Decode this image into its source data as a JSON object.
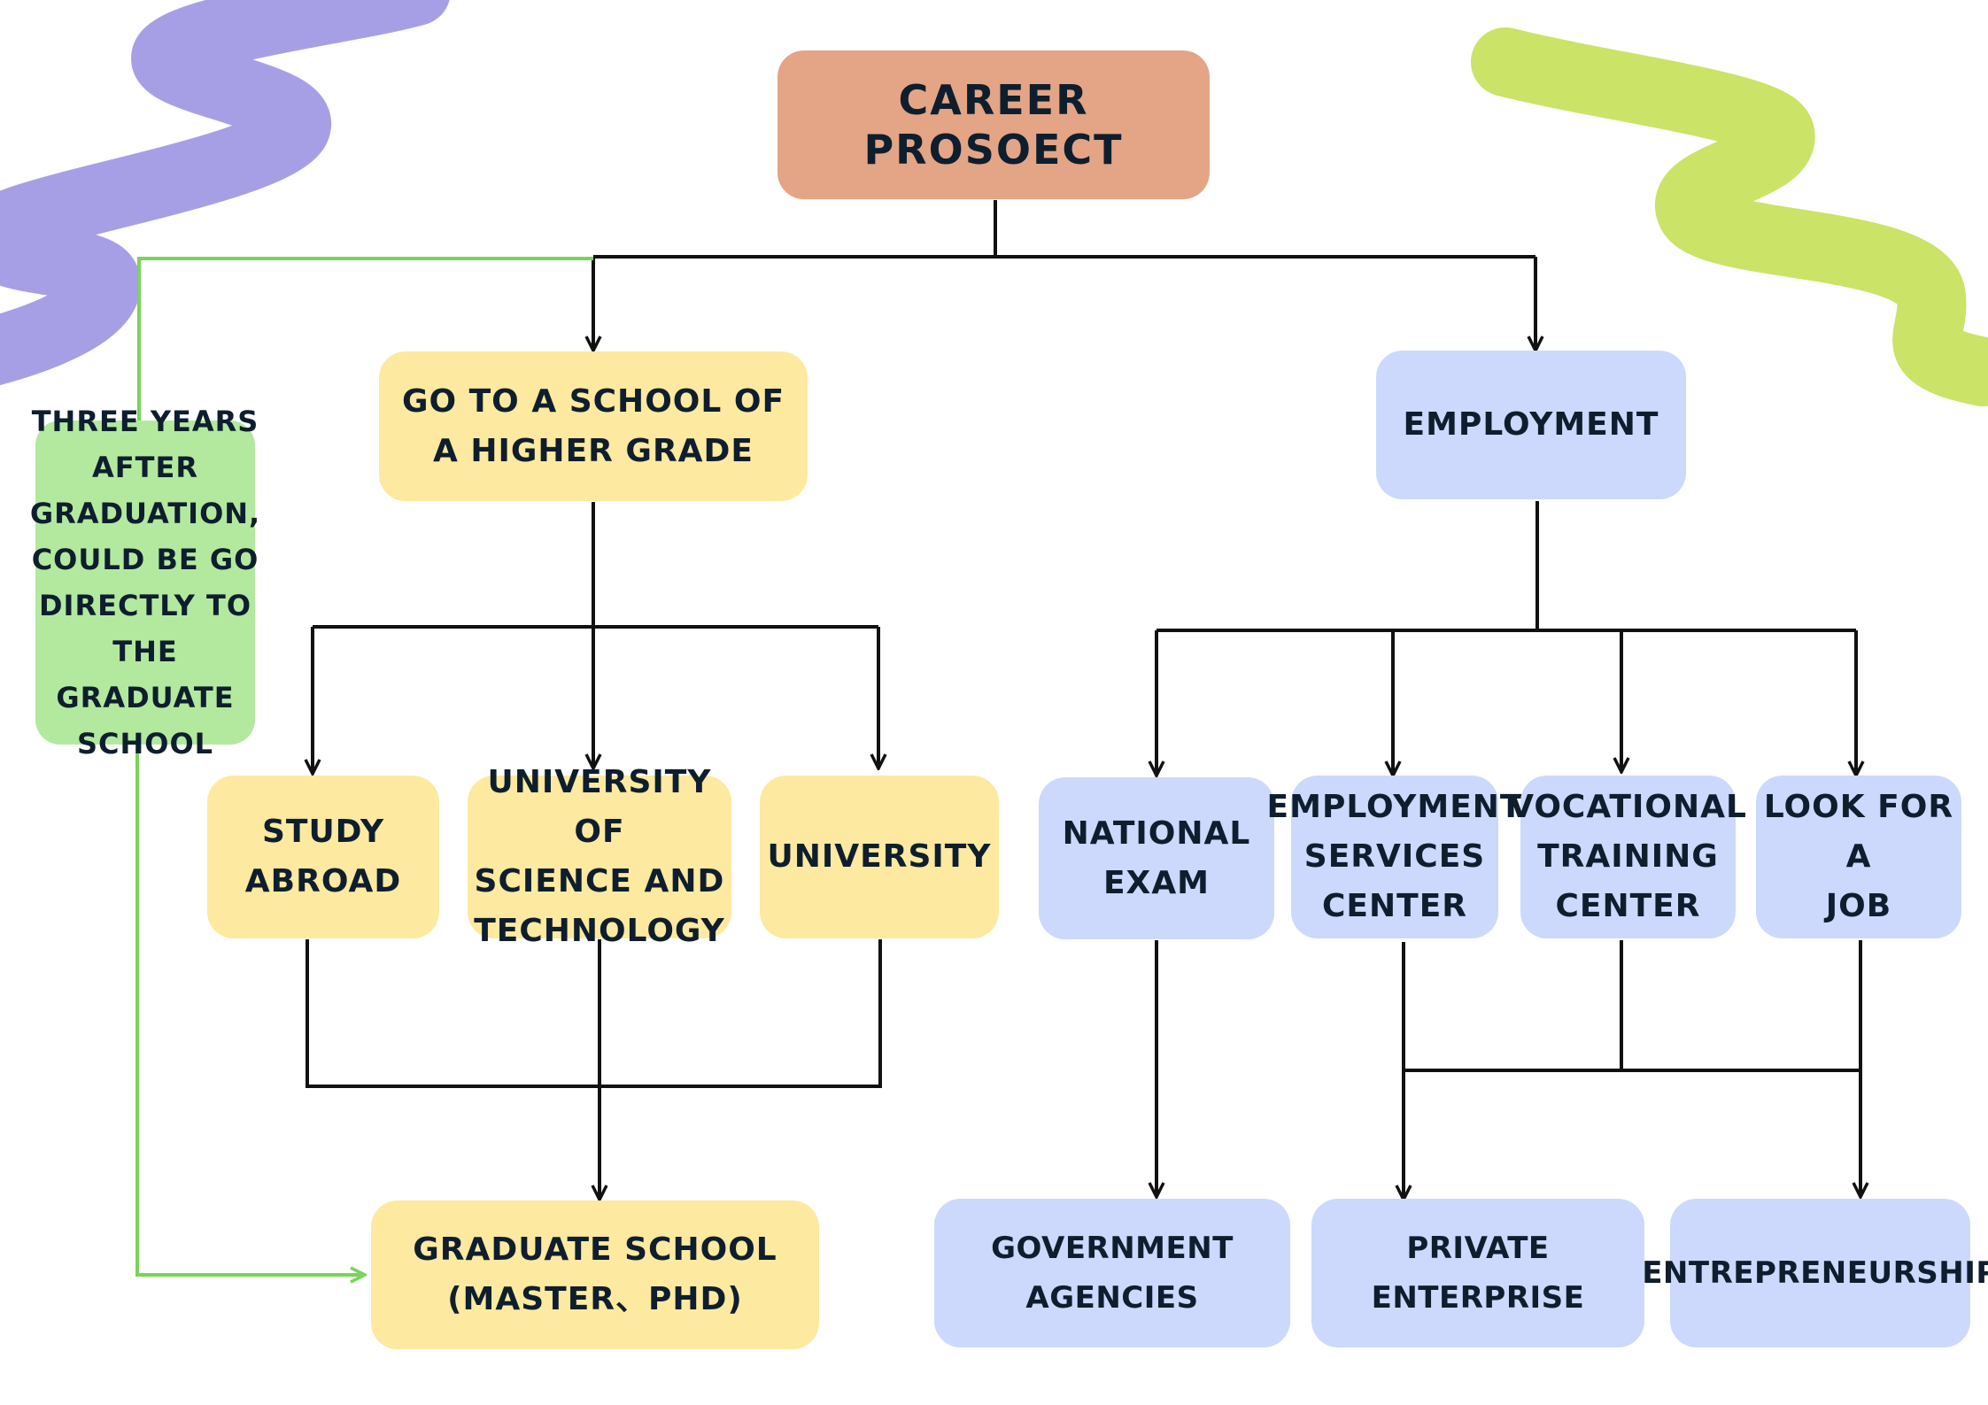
{
  "colors": {
    "root": "#e3a585",
    "school_branch": "#fde99f",
    "employment_branch": "#ccd9fc",
    "note": "#b3e99e",
    "note_arrow": "#78d45a",
    "connector": "#111111",
    "decor_left": "#a79fe6",
    "decor_right": "#cbe366"
  },
  "nodes": {
    "root": "CAREER PROSOECT",
    "higher_school": [
      "GO TO A SCHOOL OF",
      "A HIGHER GRADE"
    ],
    "employment": "EMPLOYMENT",
    "study_abroad": "STUDY ABROAD",
    "univ_sci_tech": [
      "UNIVERSITY OF",
      "SCIENCE AND",
      "TECHNOLOGY"
    ],
    "university": "UNIVERSITY",
    "graduate_school": [
      "GRADUATE SCHOOL",
      "(MASTER、PHD)"
    ],
    "national_exam": "NATIONAL EXAM",
    "employment_services": [
      "EMPLOYMENT",
      "SERVICES",
      "CENTER"
    ],
    "vocational_training": [
      "VOCATIONAL",
      "TRAINING",
      "CENTER"
    ],
    "look_for_job": [
      "LOOK FOR A",
      "JOB"
    ],
    "government_agencies": "GOVERNMENT AGENCIES",
    "private_enterprise": "PRIVATE ENTERPRISE",
    "entrepreneurship": "ENTREPRENEURSHIP",
    "three_years_note": [
      "THREE YEARS",
      "AFTER",
      "GRADUATION,",
      "COULD BE GO",
      "DIRECTLY TO",
      "THE GRADUATE",
      "SCHOOL"
    ]
  }
}
